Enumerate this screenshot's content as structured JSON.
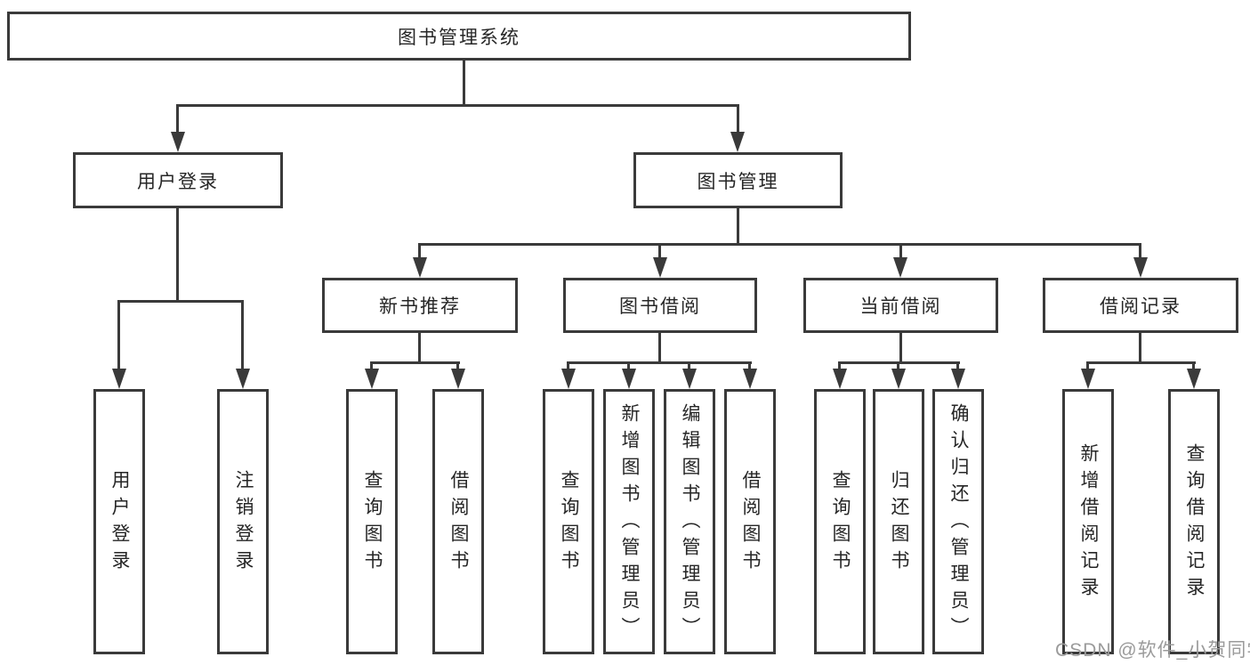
{
  "tree": {
    "root": {
      "label": "图书管理系统",
      "children": [
        {
          "label": "用户登录",
          "children": [
            {
              "label": "用户登录"
            },
            {
              "label": "注销登录"
            }
          ]
        },
        {
          "label": "图书管理",
          "children": [
            {
              "label": "新书推荐",
              "children": [
                {
                  "label": "查询图书"
                },
                {
                  "label": "借阅图书"
                }
              ]
            },
            {
              "label": "图书借阅",
              "children": [
                {
                  "label": "查询图书"
                },
                {
                  "label": "新增图书（管理员）"
                },
                {
                  "label": "编辑图书（管理员）"
                },
                {
                  "label": "借阅图书"
                }
              ]
            },
            {
              "label": "当前借阅",
              "children": [
                {
                  "label": "查询图书"
                },
                {
                  "label": "归还图书"
                },
                {
                  "label": "确认归还（管理员）"
                }
              ]
            },
            {
              "label": "借阅记录",
              "children": [
                {
                  "label": "新增借阅记录"
                },
                {
                  "label": "查询借阅记录"
                }
              ]
            }
          ]
        }
      ]
    }
  },
  "watermark": {
    "text": "CSDN @软件_小贺同学"
  },
  "colors": {
    "line": "#3a3a3a",
    "text": "#262626",
    "watermark": "#9b9b9b",
    "background": "#ffffff"
  }
}
